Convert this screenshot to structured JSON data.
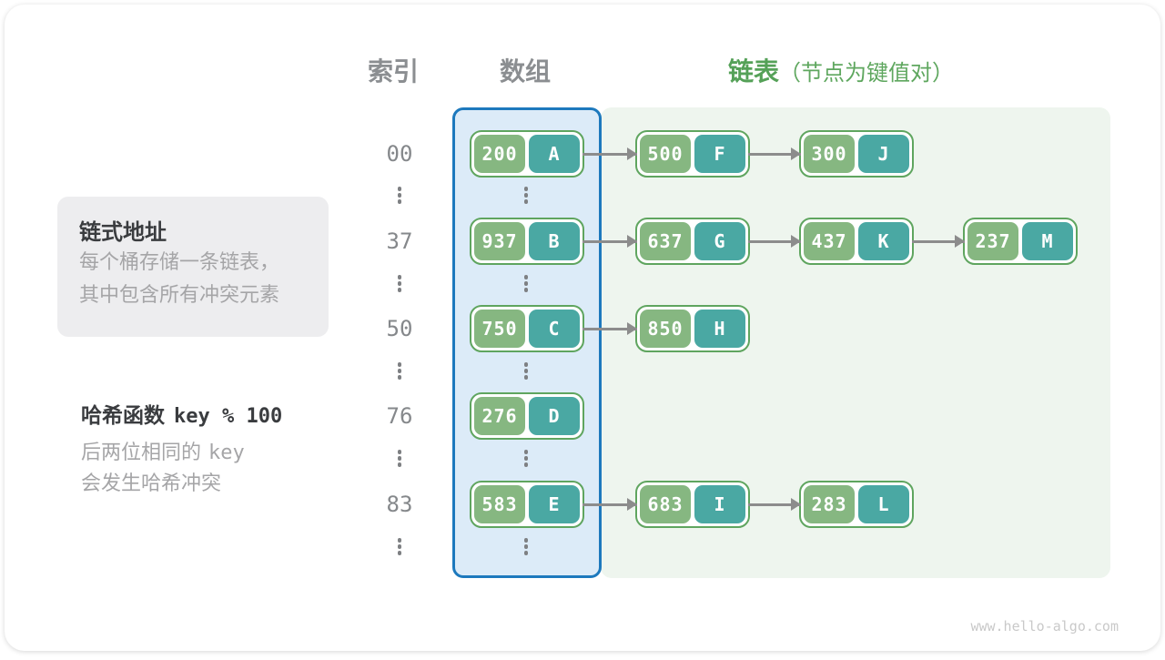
{
  "headers": {
    "index": "索引",
    "array": "数组",
    "list": "链表",
    "list_note": "（节点为键值对）"
  },
  "info_box": {
    "title": "链式地址",
    "line1": "每个桶存储一条链表，",
    "line2": "其中包含所有冲突元素"
  },
  "hash_note": {
    "label": "哈希函数",
    "code": "key % 100",
    "line1_prefix": "后两位相同的",
    "line1_code": "key",
    "line2": "会发生哈希冲突"
  },
  "diagram": {
    "rows": [
      {
        "index": "00",
        "bucket": {
          "key": "200",
          "value": "A"
        },
        "chain": [
          {
            "key": "500",
            "value": "F"
          },
          {
            "key": "300",
            "value": "J"
          }
        ]
      },
      {
        "index": "37",
        "bucket": {
          "key": "937",
          "value": "B"
        },
        "chain": [
          {
            "key": "637",
            "value": "G"
          },
          {
            "key": "437",
            "value": "K"
          },
          {
            "key": "237",
            "value": "M"
          }
        ]
      },
      {
        "index": "50",
        "bucket": {
          "key": "750",
          "value": "C"
        },
        "chain": [
          {
            "key": "850",
            "value": "H"
          }
        ]
      },
      {
        "index": "76",
        "bucket": {
          "key": "276",
          "value": "D"
        },
        "chain": []
      },
      {
        "index": "83",
        "bucket": {
          "key": "583",
          "value": "E"
        },
        "chain": [
          {
            "key": "683",
            "value": "I"
          },
          {
            "key": "283",
            "value": "L"
          }
        ]
      }
    ]
  },
  "watermark": "www.hello-algo.com",
  "colors": {
    "hdr_gray": "#8b8e91",
    "hdr_green": "#55a158",
    "hdr_green_light": "#5fa75f",
    "panel_bg": "#ededef",
    "ink": "#3a3c3f",
    "muted": "#a5a5a7",
    "idx_gray": "#85888b",
    "dot": "#7e8083",
    "array_bg": "#dcebf8",
    "array_border": "#1d79bd",
    "list_bg": "#eef5ee",
    "node_border": "#5fa55f",
    "node_key": "#86b781",
    "node_val": "#4aa8a3",
    "arrow": "#8c8c8c",
    "watermark": "#c9c9c9"
  }
}
